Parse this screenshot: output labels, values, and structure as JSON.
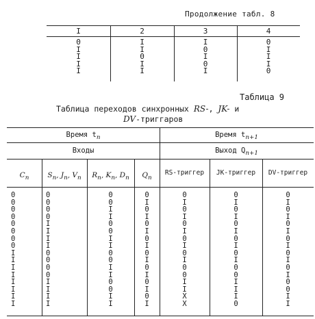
{
  "table8": {
    "continuation_label": "Продолжение табл. 8",
    "headers": [
      "I",
      "2",
      "3",
      "4"
    ],
    "columns": [
      "0\nI\nI\nI\nI",
      "I\nI\n0\nI\nI",
      "I\n0\nI\n0\nI",
      "0\nI\nI\nI\n0"
    ]
  },
  "table9": {
    "label": "Таблица 9",
    "title_line1_prefix": "Таблица переходов синхронных",
    "title_rs": "RS-",
    "title_jk": "JK-",
    "title_and": "и",
    "title_dv": "DV",
    "title_line2_suffix": "-триггаров",
    "group_time_n": "Время t",
    "group_time_n_sub": "n",
    "group_time_n1": "Время t",
    "group_time_n1_sub": "n+1",
    "inputs_label": "Входы",
    "output_label": "Выход Q",
    "output_label_sub": "n+1",
    "col_c": "C",
    "col_c_sub": "n",
    "col_sjv": "S",
    "col_sjv_mid1": ", J",
    "col_sjv_mid2": ", V",
    "col_sjv_sub": "n",
    "col_rkd": "R",
    "col_rkd_mid1": ", K",
    "col_rkd_mid2": ", D",
    "col_rkd_sub": "n",
    "col_q": "Q",
    "col_q_sub": "n",
    "col_rs": "RS-триггер",
    "col_jk": "JK-триггер",
    "col_dv": "DV-триггер",
    "col_data": [
      "0\n0\n0\n0\n0\n0\n0\n0\nI\nI\nI\nI\nI\nI\nI\nI",
      "0\n0\n0\n0\nI\nI\nI\nI\n0\n0\n0\n0\nI\nI\nI\nI",
      "0\n0\nI\nI\n0\n0\nI\nI\n0\n0\nI\nI\n0\n0\nI\nI",
      "0\nI\n0\nI\n0\nI\n0\nI\n0\nI\n0\nI\n0\nI\n0\nI",
      "0\nI\n0\nI\n0\nI\n0\nI\n0\nI\n0\n0\nI\nI\nX\nX",
      "0\nI\n0\nI\n0\nI\n0\nI\n0\nI\n0\n0\nI\nI\nI\n0",
      "0\nI\n0\nI\n0\nI\n0\nI\n0\nI\n0\nI\n0\n0\nI\nI"
    ]
  }
}
